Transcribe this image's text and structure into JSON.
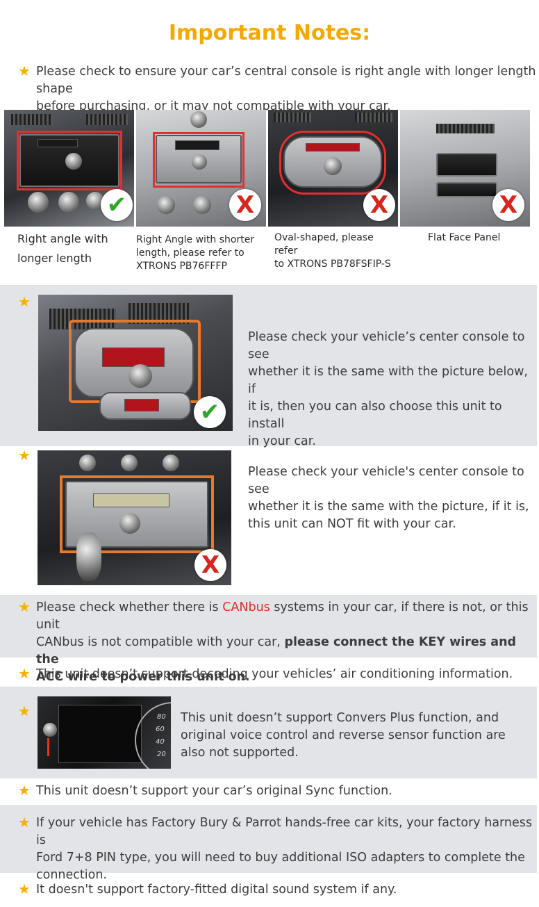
{
  "title": "Important Notes:",
  "note1": {
    "line1": "Please check to ensure your car’s central console is right angle with longer length shape",
    "line2": "before purchasing, or it may not compatible with your car."
  },
  "consoles": [
    {
      "caption_l1": "Right angle with",
      "caption_l2": "longer length",
      "status": "check-icon",
      "mark": "✔"
    },
    {
      "caption_l1": "Right Angle with shorter",
      "caption_l2": "length, please refer to",
      "caption_l3": "XTRONS PB76FFFP",
      "status": "x-icon",
      "mark": "X"
    },
    {
      "caption_l1": "Oval-shaped, please refer",
      "caption_l2": "to XTRONS PB78FSFIP-S",
      "status": "x-icon",
      "mark": "X"
    },
    {
      "caption_l1": "Flat Face Panel",
      "status": "x-icon",
      "mark": "X"
    }
  ],
  "note2": {
    "line1": "Please check your vehicle’s center console to see",
    "line2": "whether it is the same with the picture below, if",
    "line3": "it is, then you can also choose this unit to install",
    "line4": "in your car.",
    "mark": "✔"
  },
  "note3": {
    "line1": "Please check your vehicle's center console to see",
    "line2": "whether it is the same with the picture, if it is,",
    "line3": "this unit can NOT fit with your car.",
    "mark": "X"
  },
  "note4": {
    "pre": "Please check whether there is ",
    "canbus": "CANbus",
    "post": " systems in your car, if there is not, or this unit",
    "line2_pre": "CANbus is not compatible with your car, ",
    "line2_bold": "please connect the KEY wires and the",
    "line3_bold": "ACC wire to power this unit on."
  },
  "note5": "This unit doesn’t support decoding your vehicles’ air conditioning information.",
  "note6": {
    "line1": "This unit doesn’t support Convers Plus function, and",
    "line2": "original voice control and reverse sensor function are",
    "line3": "also not supported.",
    "gauge": [
      "80",
      "60",
      "40",
      "20"
    ]
  },
  "note7": "This unit doesn’t support your car’s original Sync function.",
  "note8": {
    "line1": "If your vehicle has Factory Bury & Parrot hands-free car kits, your factory harness is",
    "line2": "Ford 7+8 PIN type, you will need to buy additional ISO adapters to complete the",
    "line3": "connection."
  },
  "note9": "It doesn't support factory-fitted digital sound system if any.",
  "colors": {
    "accent": "#f5a800",
    "band": "#e2e4e7",
    "ok": "#2fa52a",
    "no": "#d7261e",
    "canbus": "#e0302a"
  }
}
